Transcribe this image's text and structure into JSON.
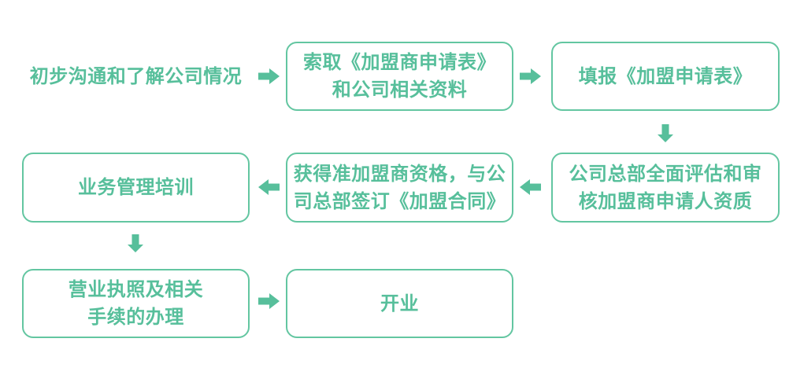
{
  "palette": {
    "accent_green": "#57bf9b",
    "border_green": "#63c6a1",
    "background": "#ffffff"
  },
  "flow": {
    "steps": [
      {
        "name": "initial-communication",
        "shape": "plain-text",
        "label": "初步沟通和了解公司情况"
      },
      {
        "name": "request-forms",
        "shape": "rounded-box",
        "label": "索取《加盟商申请表》\n和公司相关资料"
      },
      {
        "name": "fill-application",
        "shape": "rounded-box",
        "label": "填报《加盟申请表》"
      },
      {
        "name": "headquarters-review",
        "shape": "rounded-box",
        "label": "公司总部全面评估和审\n核加盟商申请人资质"
      },
      {
        "name": "sign-contract",
        "shape": "rounded-box",
        "label": "获得准加盟商资格，与公\n司总部签订《加盟合同》"
      },
      {
        "name": "business-training",
        "shape": "rounded-box",
        "label": "业务管理培训"
      },
      {
        "name": "license-procedures",
        "shape": "rounded-box",
        "label": "营业执照及相关\n手续的办理"
      },
      {
        "name": "opening",
        "shape": "rounded-box",
        "label": "开业"
      }
    ],
    "arrows": [
      {
        "icon": "arrow-right-icon",
        "from": "initial-communication",
        "to": "request-forms"
      },
      {
        "icon": "arrow-right-icon",
        "from": "request-forms",
        "to": "fill-application"
      },
      {
        "icon": "arrow-down-icon",
        "from": "fill-application",
        "to": "headquarters-review"
      },
      {
        "icon": "arrow-left-icon",
        "from": "headquarters-review",
        "to": "sign-contract"
      },
      {
        "icon": "arrow-left-icon",
        "from": "sign-contract",
        "to": "business-training"
      },
      {
        "icon": "arrow-down-icon",
        "from": "business-training",
        "to": "license-procedures"
      },
      {
        "icon": "arrow-right-icon",
        "from": "license-procedures",
        "to": "opening"
      }
    ]
  }
}
